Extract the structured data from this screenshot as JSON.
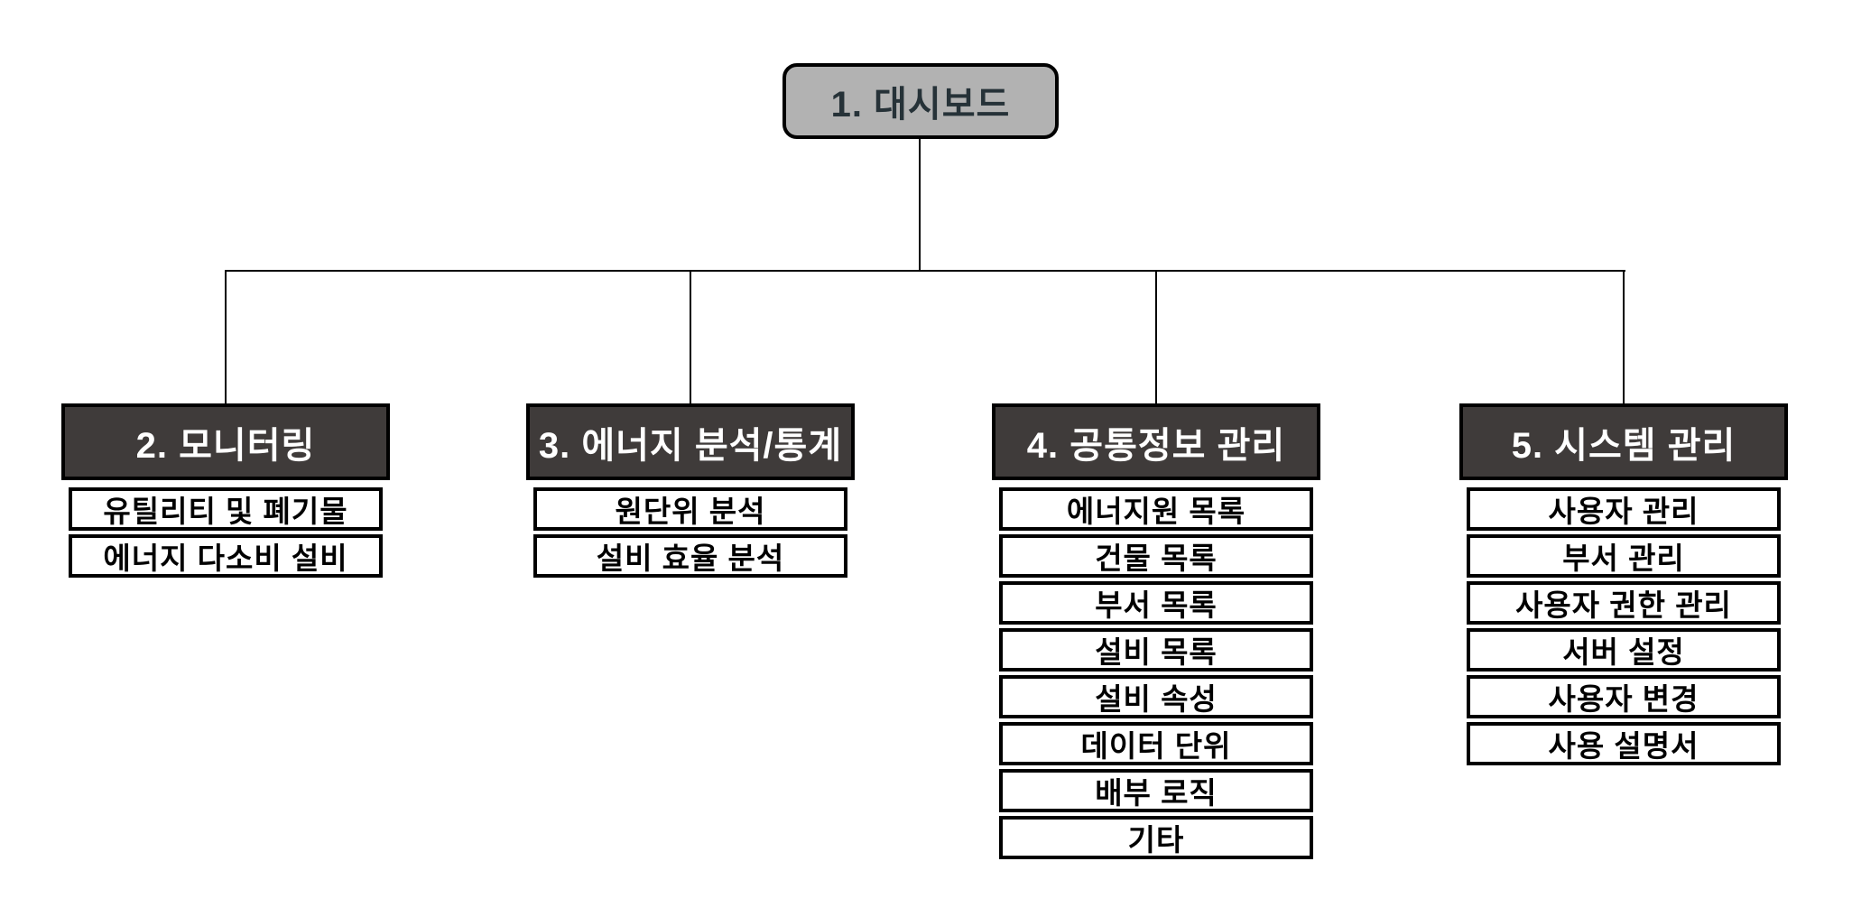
{
  "diagram": {
    "type": "sitemap-hierarchy",
    "root": {
      "label": "1. 대시보드"
    },
    "sections": [
      {
        "id": "monitoring",
        "header": "2. 모니터링",
        "items": [
          "유틸리티 및 폐기물",
          "에너지 다소비 설비"
        ]
      },
      {
        "id": "energy-analysis-statistics",
        "header": "3. 에너지 분석/통계",
        "items": [
          "원단위 분석",
          "설비 효율 분석"
        ]
      },
      {
        "id": "common-info-management",
        "header": "4. 공통정보 관리",
        "items": [
          "에너지원 목록",
          "건물 목록",
          "부서 목록",
          "설비 목록",
          "설비 속성",
          "데이터 단위",
          "배부 로직",
          "기타"
        ]
      },
      {
        "id": "system-management",
        "header": "5. 시스템 관리",
        "items": [
          "사용자 관리",
          "부서 관리",
          "사용자 권한 관리",
          "서버 설정",
          "사용자 변경",
          "사용 설명서"
        ]
      }
    ]
  },
  "colors": {
    "root-bg": "#b2b2b2",
    "root-text": "#263238",
    "header-bg": "#3f3b3a",
    "header-text": "#ffffff",
    "leaf-bg": "#ffffff",
    "leaf-text": "#000000",
    "border-color": "#000000",
    "line-color": "#000000"
  }
}
